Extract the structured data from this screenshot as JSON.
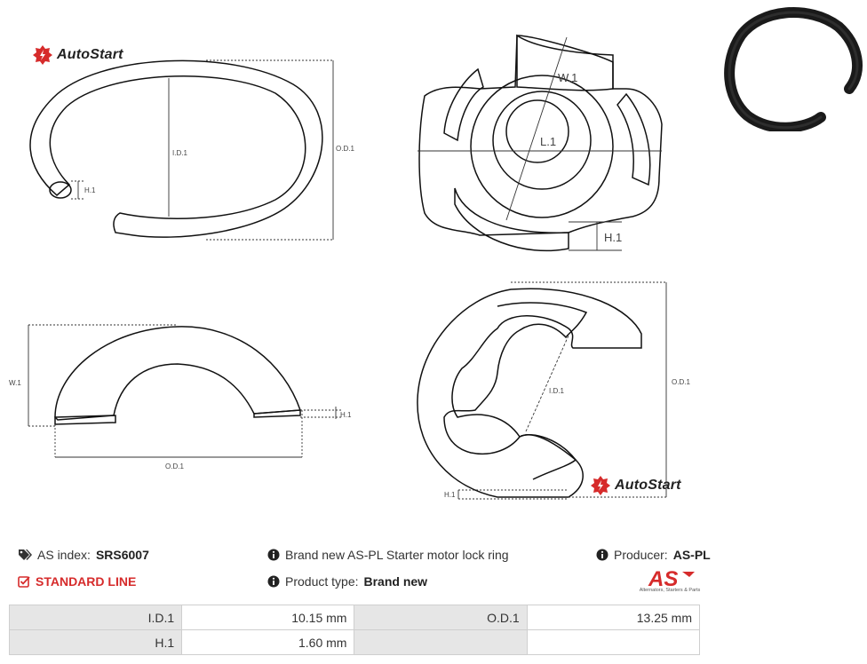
{
  "brand": {
    "name": "AutoStart",
    "accent": "#d62b2b"
  },
  "diagram_labels": {
    "id": "I.D.1",
    "od": "O.D.1",
    "h": "H.1",
    "w": "W.1",
    "l": "L.1"
  },
  "product": {
    "as_index_label": "AS index:",
    "as_index_value": "SRS6007",
    "standard_line": "STANDARD LINE",
    "description": "Brand new AS-PL Starter motor lock ring",
    "product_type_label": "Product type:",
    "product_type_value": "Brand new",
    "producer_label": "Producer:",
    "producer_value": "AS-PL"
  },
  "as_logo": {
    "text": "AS",
    "tagline": "Alternators, Starters & Parts"
  },
  "specs": [
    {
      "label": "I.D.1",
      "value": "10.15 mm",
      "label2": "O.D.1",
      "value2": "13.25 mm"
    },
    {
      "label": "H.1",
      "value": "1.60 mm",
      "label2": "",
      "value2": ""
    }
  ]
}
